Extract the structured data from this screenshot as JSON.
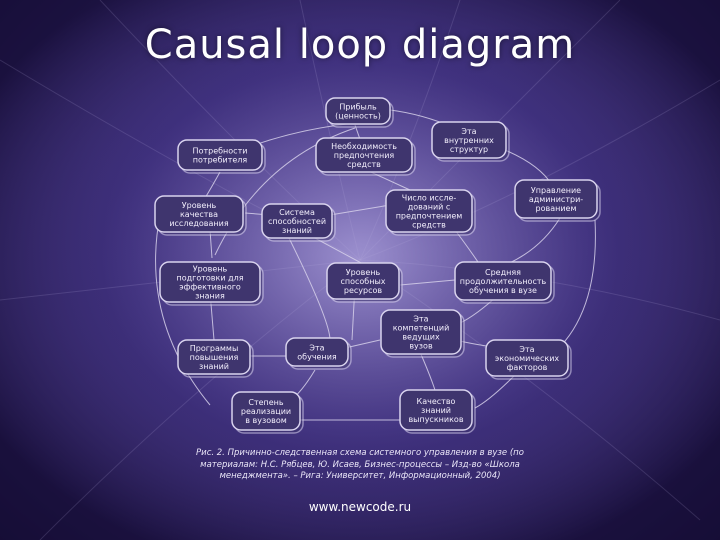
{
  "title": "Causal loop diagram",
  "footer": "www.newcode.ru",
  "diagram": {
    "nodes": [
      {
        "id": "n1",
        "lines": [
          "Прибыль",
          "(ценность)"
        ]
      },
      {
        "id": "n2",
        "lines": [
          "Эта",
          "внутренних",
          "структур"
        ]
      },
      {
        "id": "n3",
        "lines": [
          "Потребности",
          "потребителя"
        ]
      },
      {
        "id": "n4",
        "lines": [
          "Необходимость",
          "предпочтения",
          "средств"
        ]
      },
      {
        "id": "n5",
        "lines": [
          "Управление",
          "администри-",
          "рованием"
        ]
      },
      {
        "id": "n6",
        "lines": [
          "Уровень",
          "качества",
          "исследования"
        ]
      },
      {
        "id": "n7",
        "lines": [
          "Система",
          "способностей",
          "знаний"
        ]
      },
      {
        "id": "n8",
        "lines": [
          "Число иссле-",
          "дований с",
          "предпочтением",
          "средств"
        ]
      },
      {
        "id": "n9",
        "lines": [
          "Уровень",
          "подготовки для",
          "эффективного",
          "знания"
        ]
      },
      {
        "id": "n10",
        "lines": [
          "Уровень",
          "способных",
          "ресурсов"
        ]
      },
      {
        "id": "n11",
        "lines": [
          "Средняя",
          "продолжительность",
          "обучения в вузе"
        ]
      },
      {
        "id": "n12",
        "lines": [
          "Эта",
          "компетенций",
          "ведущих",
          "вузов"
        ]
      },
      {
        "id": "n13",
        "lines": [
          "Программы",
          "повышения",
          "знаний"
        ]
      },
      {
        "id": "n14",
        "lines": [
          "Эта",
          "обучения"
        ]
      },
      {
        "id": "n15",
        "lines": [
          "Эта",
          "экономических",
          "факторов"
        ]
      },
      {
        "id": "n16",
        "lines": [
          "Степень",
          "реализации",
          "в вузовом"
        ]
      },
      {
        "id": "n17",
        "lines": [
          "Качество",
          "знаний",
          "выпускников"
        ]
      }
    ],
    "caption": "Рис. 2. Причинно-следственная схема системного управления в вузе (по материалам: Н.С. Рябцев, Ю. Исаев, Бизнес-процессы – Изд-во «Школа менеджмента». – Рига: Университет, Информационный, 2004)"
  }
}
